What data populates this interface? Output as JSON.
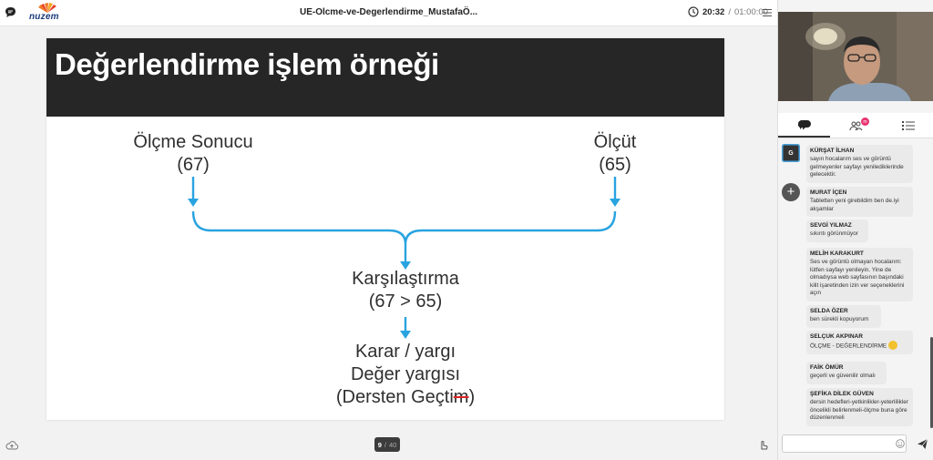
{
  "header": {
    "title": "UE-Olcme-ve-Degerlendirme_MustafaÖ...",
    "logo_text": "nuzem",
    "time_current": "20:32",
    "time_separator": "/",
    "time_total": "01:00:00"
  },
  "slide": {
    "title": "Değerlendirme işlem örneği",
    "left_label": "Ölçme Sonucu",
    "left_value": "(67)",
    "right_label": "Ölçüt",
    "right_value": "(65)",
    "compare_label": "Karşılaştırma",
    "compare_value": "(67 > 65)",
    "decision_line1": "Karar / yargı",
    "decision_line2": "Değer yargısı",
    "decision_line3": "(Dersten Geçti",
    "decision_line3_end": "m",
    "decision_line3_close": ")",
    "arrow_color": "#29a3e0"
  },
  "pager": {
    "current": "9",
    "separator": "/",
    "total": "40"
  },
  "chat": {
    "room_initial": "G",
    "badge_count": "m",
    "messages": [
      {
        "name": "KÜRŞAT İLHAN",
        "text": "sayın hocalarım ses ve görüntü gelmeyenler sayfayı yenilediklerinde gelecektir."
      },
      {
        "name": "MURAT İÇEN",
        "text": "Tabletten yeni girebildim ben de.iyi akşamlar"
      },
      {
        "name": "SEVGİ YILMAZ",
        "text": "sıkıntı görünmüyor"
      },
      {
        "name": "MELİH KARAKURT",
        "text": "Ses ve görüntü olmayan hocalarım: lütfen sayfayı yenileyin. Yine de olmadıysa web sayfasının başındaki kilit işaretinden izin ver seçeneklerini açın"
      },
      {
        "name": "SELDA ÖZER",
        "text": "ben sürekli kopuyorum"
      },
      {
        "name": "SELÇUK AKPINAR",
        "text": "ÖLÇME - DEĞERLENDİRME"
      },
      {
        "name": "FAİK ÖMÜR",
        "text": "geçerli ve güvenilir olmalı"
      },
      {
        "name": "ŞEFİKA DİLEK GÜVEN",
        "text": "dersin hedefleri-yetkinlikler-yeterlilikler öncelikli belirlenmeli-ölçme buna göre düzenlenmeli"
      }
    ],
    "input_placeholder": ""
  },
  "icons": {
    "app": "chat-bubble-icon",
    "clock": "clock-icon",
    "menu": "hamburger-menu-icon",
    "cloud": "cloud-upload-icon",
    "pointer": "hand-pointer-icon",
    "emoji": "smiley-icon",
    "send": "send-arrow-icon"
  }
}
